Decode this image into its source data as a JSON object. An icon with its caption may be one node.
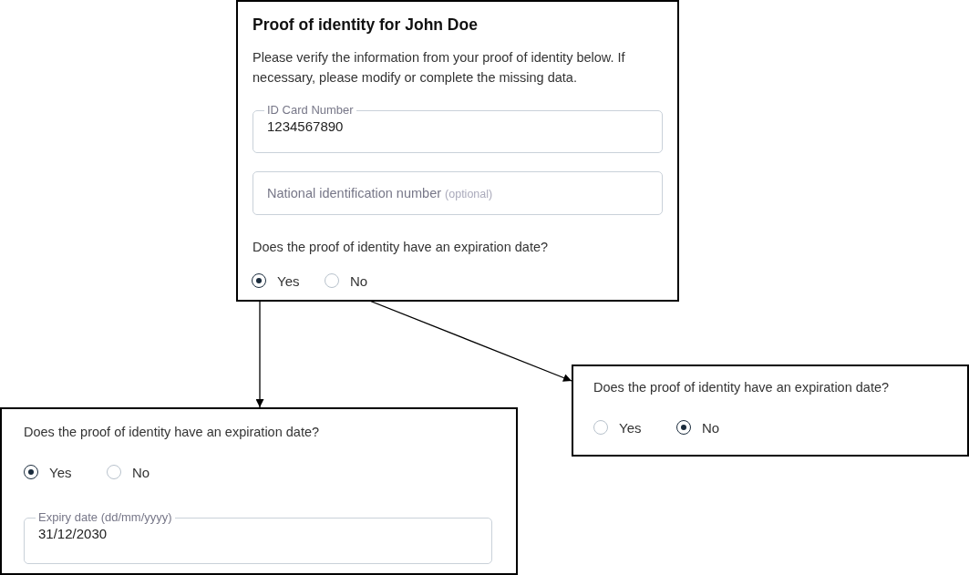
{
  "diagram": {
    "nodes": [
      {
        "text": [
          "Proof of identity for John Doe",
          "Please verify the information from your proof of identity below. If necessary, please modify or complete the missing data.",
          "Does the proof of identity have an expiration date?"
        ]
      },
      {
        "text": [
          "ID Card Number",
          "1234567890"
        ],
        "in": 0
      },
      {
        "text": [
          "National identification number",
          "(optional)"
        ],
        "in": 0
      },
      {
        "text": [
          "Yes"
        ],
        "in": 0
      },
      {
        "text": [
          "No"
        ],
        "in": 0
      },
      {
        "text": [
          "Does the proof of identity have an expiration date?"
        ]
      },
      {
        "text": [
          "Yes"
        ],
        "in": 5
      },
      {
        "text": [
          "No"
        ],
        "in": 5
      },
      {
        "text": [
          "Expiry date (dd/mm/yyyy)",
          "31/12/2030"
        ],
        "in": 5
      },
      {
        "text": [
          "Does the proof of identity have an expiration date?"
        ]
      },
      {
        "text": [
          "Yes"
        ],
        "in": 9
      },
      {
        "text": [
          "No"
        ],
        "in": 9
      }
    ],
    "edges": [
      {
        "from": 3,
        "to": 5,
        "arrow": "to"
      },
      {
        "from": 4,
        "to": 9,
        "arrow": "to"
      }
    ]
  }
}
